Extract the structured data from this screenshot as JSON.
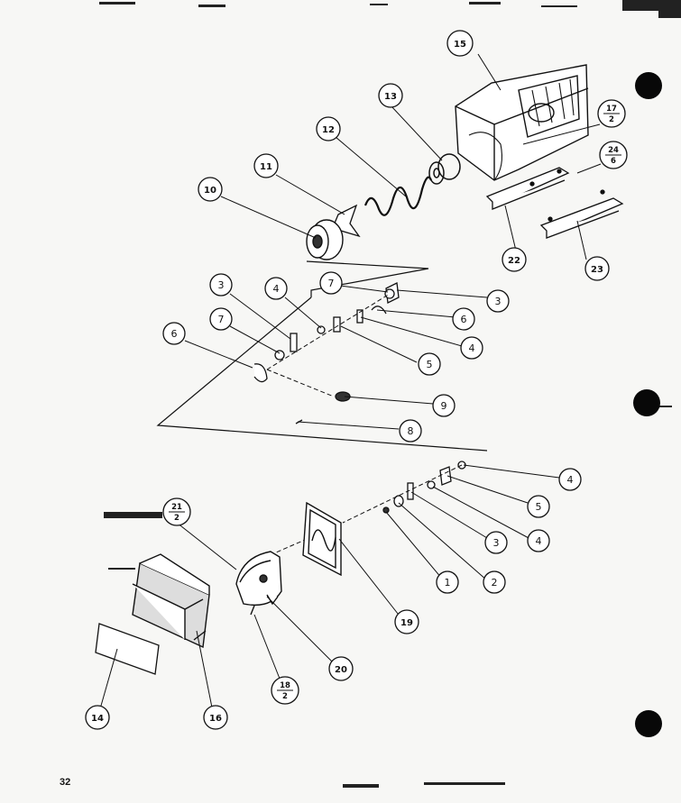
{
  "page": {
    "number": "32"
  },
  "callouts": [
    {
      "id": "c15",
      "text": "15"
    },
    {
      "id": "c13",
      "text": "13"
    },
    {
      "id": "c12",
      "text": "12"
    },
    {
      "id": "c11",
      "text": "11"
    },
    {
      "id": "c10",
      "text": "10"
    },
    {
      "id": "c17_2",
      "num": "17",
      "den": "2"
    },
    {
      "id": "c24_6",
      "num": "24",
      "den": "6"
    },
    {
      "id": "c22",
      "text": "22"
    },
    {
      "id": "c23",
      "text": "23"
    },
    {
      "id": "c7a",
      "text": "7"
    },
    {
      "id": "c3a",
      "text": "3"
    },
    {
      "id": "c4a",
      "text": "4"
    },
    {
      "id": "c3b",
      "text": "3"
    },
    {
      "id": "c7b",
      "text": "7"
    },
    {
      "id": "c6a",
      "text": "6"
    },
    {
      "id": "c6b",
      "text": "6"
    },
    {
      "id": "c4b",
      "text": "4"
    },
    {
      "id": "c5a",
      "text": "5"
    },
    {
      "id": "c9",
      "text": "9"
    },
    {
      "id": "c8",
      "text": "8"
    },
    {
      "id": "c4c",
      "text": "4"
    },
    {
      "id": "c5b",
      "text": "5"
    },
    {
      "id": "c21_2",
      "num": "21",
      "den": "2"
    },
    {
      "id": "c3c",
      "text": "3"
    },
    {
      "id": "c4d",
      "text": "4"
    },
    {
      "id": "c1",
      "text": "1"
    },
    {
      "id": "c2",
      "text": "2"
    },
    {
      "id": "c19",
      "text": "19"
    },
    {
      "id": "c20",
      "text": "20"
    },
    {
      "id": "c18_2",
      "num": "18",
      "den": "2"
    },
    {
      "id": "c14",
      "text": "14"
    },
    {
      "id": "c16",
      "text": "16"
    }
  ]
}
